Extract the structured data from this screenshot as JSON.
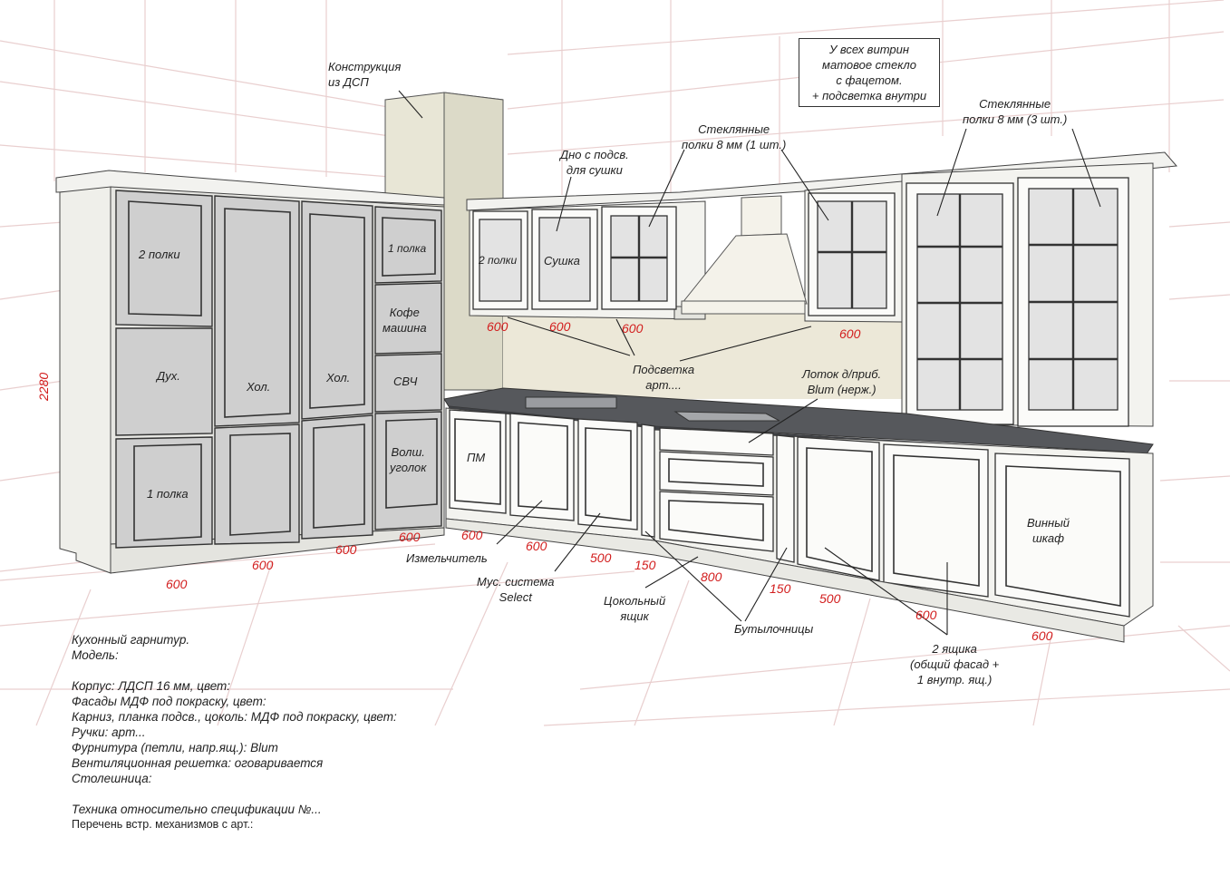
{
  "labels": {
    "construction": [
      "Конструкция",
      "из ДСП"
    ],
    "note_box": [
      "У всех витрин",
      "матовое стекло",
      "с фацетом.",
      "+ подсветка внутри"
    ],
    "glass_shelves_1": [
      "Стеклянные",
      "полки 8 мм (1 шт.)"
    ],
    "glass_shelves_3": [
      "Стеклянные",
      "полки 8 мм (3 шт.)"
    ],
    "dryer_bottom": [
      "Дно с подсв.",
      "для сушки"
    ],
    "tall_shelves_2": "2 полки",
    "tall_shelf_1": "1 полка",
    "oven": "Дух.",
    "fridge_1": "Хол.",
    "fridge_2": "Хол.",
    "top_shelf_1": "1 полка",
    "coffee": [
      "Кофе",
      "машина"
    ],
    "microwave": "СВЧ",
    "magic_corner": [
      "Волш.",
      "уголок"
    ],
    "wall_shelves_2": "2 полки",
    "dryer": "Сушка",
    "lighting": [
      "Подсветка",
      "арт...."
    ],
    "tray": [
      "Лоток д/приб.",
      "Blum (нерж.)"
    ],
    "dishwasher": "ПМ",
    "shredder": "Измельчитель",
    "waste": [
      "Мус. система",
      "Select"
    ],
    "plinth_drawer": [
      "Цокольный",
      "ящик"
    ],
    "bottle_racks": "Бутылочницы",
    "wine": [
      "Винный",
      "шкаф"
    ],
    "two_drawers": [
      "2 ящика",
      "(общий фасад +",
      "1 внутр. ящ.)"
    ]
  },
  "dimensions": {
    "height": "2280",
    "upper": [
      "600",
      "600",
      "600",
      "600"
    ],
    "tall": [
      "600",
      "600",
      "600",
      "600"
    ],
    "base": [
      "600",
      "600",
      "500",
      "150",
      "800",
      "150",
      "500",
      "600",
      "600"
    ]
  },
  "spec": [
    "Кухонный гарнитур.",
    "Модель:",
    "",
    "Корпус: ЛДСП 16 мм, цвет:",
    "Фасады МДФ под покраску, цвет:",
    "Карниз, планка подсв., цоколь: МДФ под покраску, цвет:",
    "Ручки: арт...",
    "Фурнитура (петли, напр.ящ.): Blum",
    "Вентиляционная решетка: оговаривается",
    "Столешница:",
    "",
    "Техника относительно спецификации №...",
    "Перечень встр. механизмов с арт.:"
  ],
  "colors": {
    "tall_front": "#cfcfcf",
    "cabinet_body": "#f1f1ec",
    "countertop": "#56585c",
    "backsplash": "#ece8d8",
    "grid": "#e9cfcf",
    "dimension": "#d21d1d"
  }
}
